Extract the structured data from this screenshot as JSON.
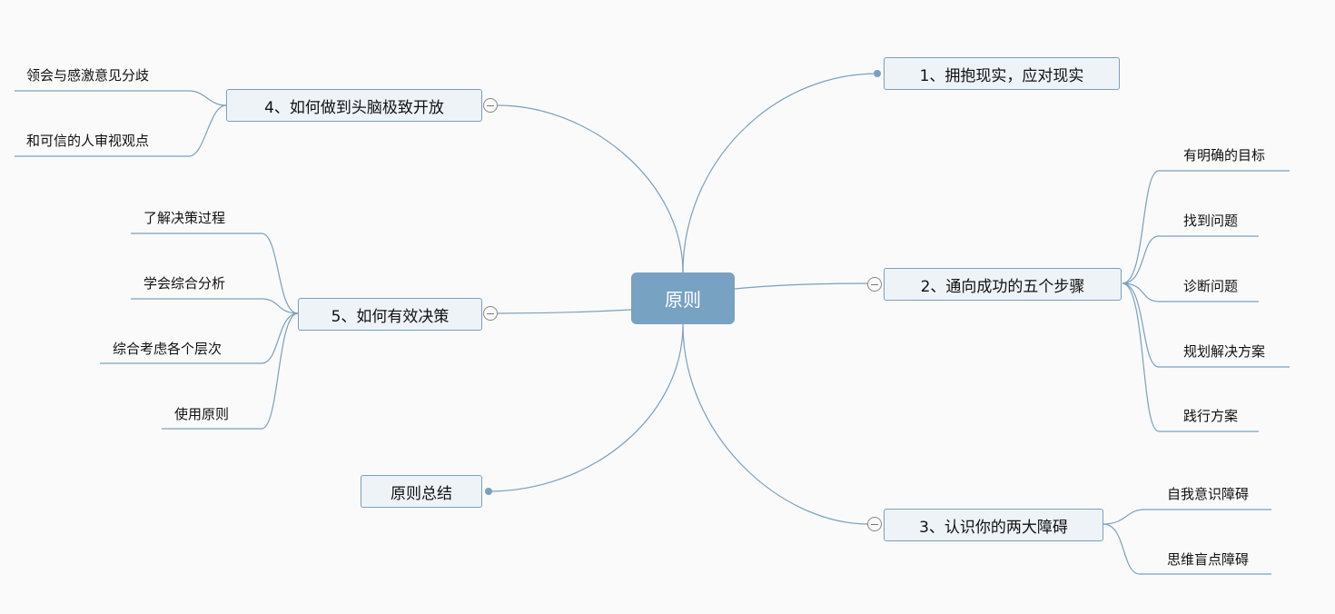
{
  "root": {
    "label": "原则"
  },
  "branches": [
    {
      "id": "b1",
      "label": "1、拥抱现实，应对现实",
      "children": []
    },
    {
      "id": "b2",
      "label": "2、通向成功的五个步骤",
      "children": [
        "有明确的目标",
        "找到问题",
        "诊断问题",
        "规划解决方案",
        "践行方案"
      ]
    },
    {
      "id": "b3",
      "label": "3、认识你的两大障碍",
      "children": [
        "自我意识障碍",
        "思维盲点障碍"
      ]
    },
    {
      "id": "b4",
      "label": "4、如何做到头脑极致开放",
      "children": [
        "领会与感激意见分歧",
        "和可信的人审视观点"
      ]
    },
    {
      "id": "b5",
      "label": "5、如何有效决策",
      "children": [
        "了解决策过程",
        "学会综合分析",
        "综合考虑各个层次",
        "使用原则"
      ]
    },
    {
      "id": "b6",
      "label": "原则总结",
      "children": []
    }
  ],
  "colors": {
    "root": "#78a2c1",
    "line": "#7aa0bd",
    "topic_bg": "#eef3f8"
  }
}
